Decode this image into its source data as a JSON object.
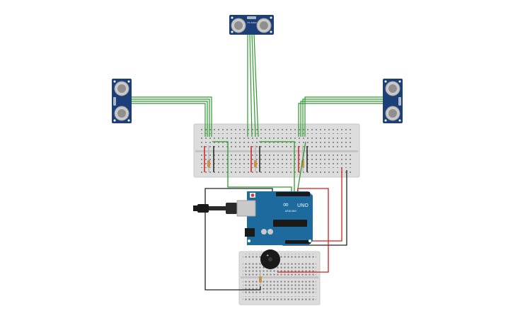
{
  "components": {
    "sensor_chip_label": "HC-SR04",
    "arduino": {
      "logo": "∞",
      "model": "UNO",
      "brand": "ARDUINO"
    },
    "buzzer_polarity": "+"
  },
  "colors": {
    "sensor_board": "#1c3f78",
    "arduino_board": "#1d6a9e",
    "breadboard": "#dcdcdc",
    "wire_green": "#2e9a2e",
    "wire_red": "#d21f1f",
    "wire_black": "#222222",
    "buzzer": "#1a1a1a"
  }
}
